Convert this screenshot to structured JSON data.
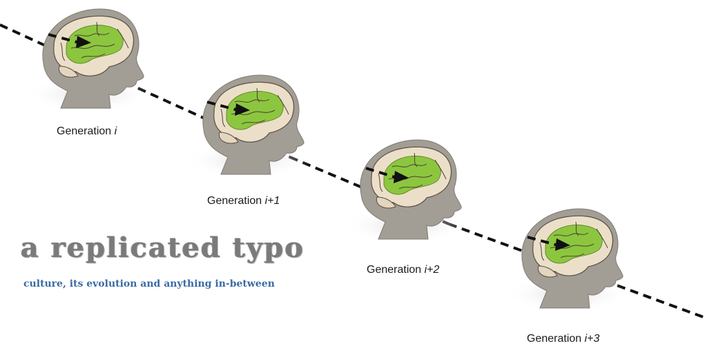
{
  "generations": [
    {
      "prefix": "Generation ",
      "index": "i"
    },
    {
      "prefix": "Generation ",
      "index": "i+1"
    },
    {
      "prefix": "Generation ",
      "index": "i+2"
    },
    {
      "prefix": "Generation ",
      "index": "i+3"
    }
  ],
  "logo": {
    "title": "a replicated typo",
    "subtitle": "culture, its evolution and anything in-between"
  },
  "colors": {
    "head": "#a29d95",
    "brain": "#ecdfc9",
    "language_area": "#8cc63f",
    "dashed_line": "#111111",
    "subtitle": "#3a6aa6"
  }
}
